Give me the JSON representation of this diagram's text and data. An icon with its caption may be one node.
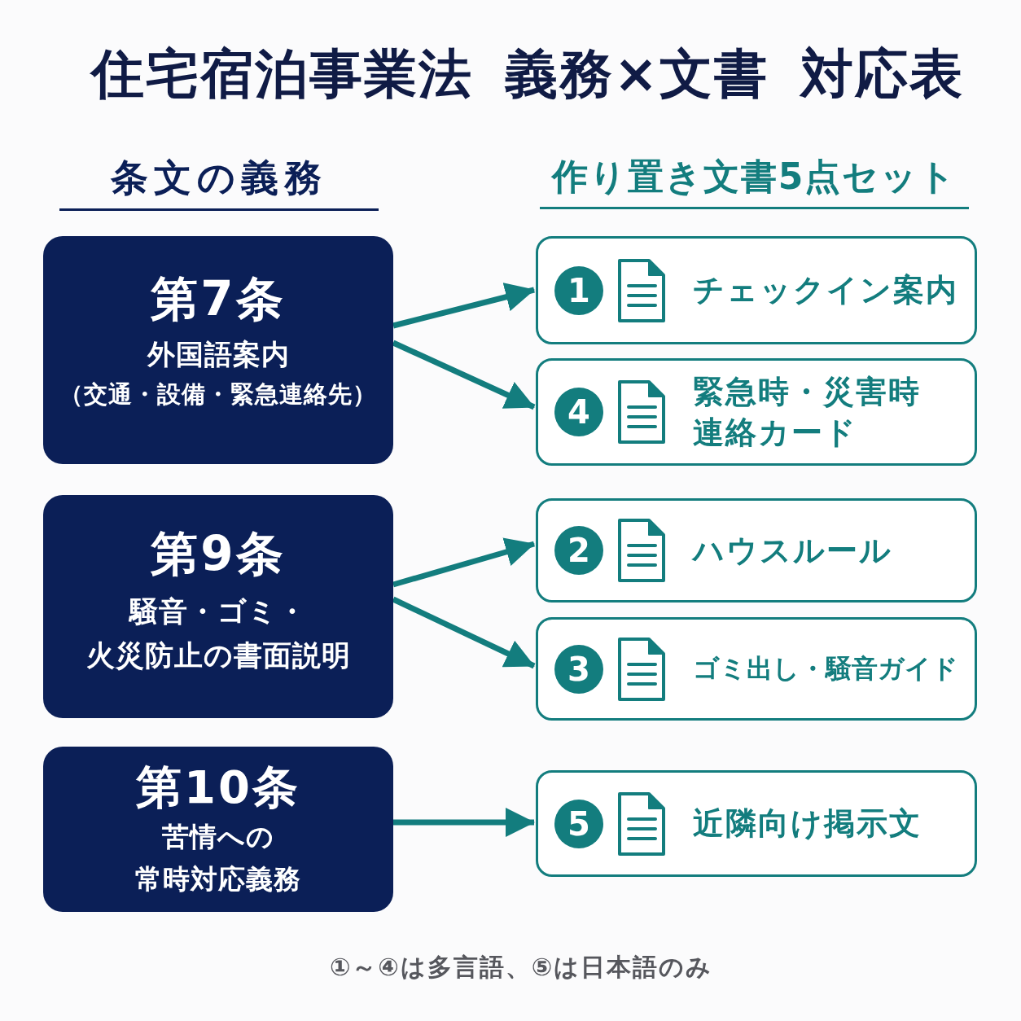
{
  "diagram": {
    "title": "住宅宿泊事業法 義務×文書 対応表",
    "nodes": [
      {
        "text": [
          "第7条",
          "外国語案内",
          "（交通・設備・緊急連絡先）"
        ]
      },
      {
        "text": [
          "1",
          "チェックイン案内"
        ]
      },
      {
        "text": [
          "4",
          "緊急時・災害時連絡カード"
        ]
      },
      {
        "text": [
          "第9条",
          "騒音・ゴミ・",
          "火災防止の書面説明"
        ]
      },
      {
        "text": [
          "2",
          "ハウスルール"
        ]
      },
      {
        "text": [
          "3",
          "ゴミ出し・騒音ガイド"
        ]
      },
      {
        "text": [
          "第10条",
          "苦情への",
          "常時対応義務"
        ]
      },
      {
        "text": [
          "5",
          "近隣向け掲示文"
        ]
      }
    ],
    "edges": [
      {
        "from": 0,
        "to": 1,
        "arrow": "to"
      },
      {
        "from": 0,
        "to": 2,
        "arrow": "to"
      },
      {
        "from": 3,
        "to": 4,
        "arrow": "to"
      },
      {
        "from": 3,
        "to": 5,
        "arrow": "to"
      },
      {
        "from": 6,
        "to": 7,
        "arrow": "to"
      }
    ],
    "labels": [
      "条文の義務",
      "作り置き文書5点セット"
    ],
    "caption": "①～④は多言語、⑤は日本語のみ"
  }
}
